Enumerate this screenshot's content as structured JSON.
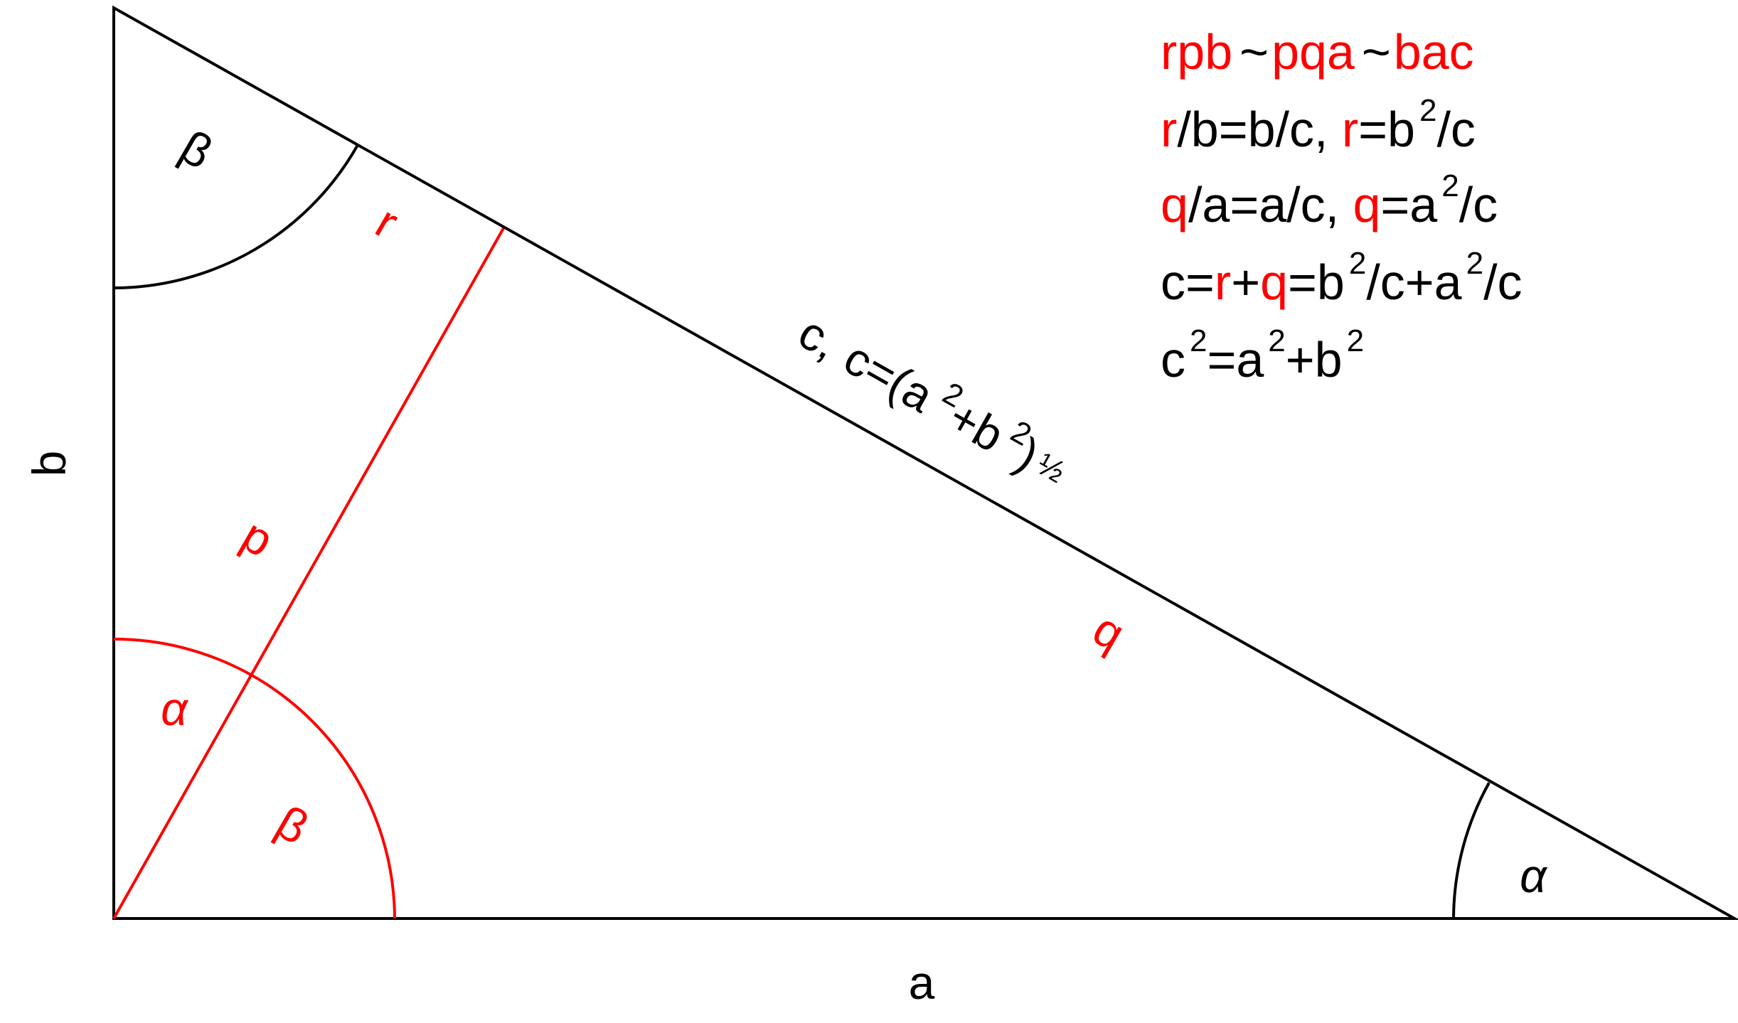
{
  "colors": {
    "ink": "#000000",
    "accent": "#ff0000"
  },
  "sides": {
    "a": "a",
    "b": "b"
  },
  "hypotenuse": {
    "c": "c,",
    "c2": "c=(a",
    "exp1": "2",
    "plus": "+b",
    "exp2": "2",
    "close": ")",
    "half": "½"
  },
  "angles": {
    "beta_top": "β",
    "alpha_right": "α",
    "alpha_red": "α",
    "beta_red": "β"
  },
  "segments": {
    "r": "r",
    "p": "p",
    "q": "q"
  },
  "equations": {
    "l1": [
      "rpb",
      "~",
      "pqa",
      "~",
      "bac"
    ],
    "l2": [
      "r",
      "/b=b/c, ",
      "r",
      "=b",
      "2",
      "/c"
    ],
    "l3": [
      "q",
      "/a=a/c, ",
      "q",
      "=a",
      "2",
      "/c"
    ],
    "l4": [
      "c=",
      "r",
      "+",
      "q",
      "=b",
      "2",
      "/c+a",
      "2",
      "/c"
    ],
    "l5": [
      "c",
      "2",
      "=a",
      "2",
      "+b",
      "2"
    ]
  }
}
